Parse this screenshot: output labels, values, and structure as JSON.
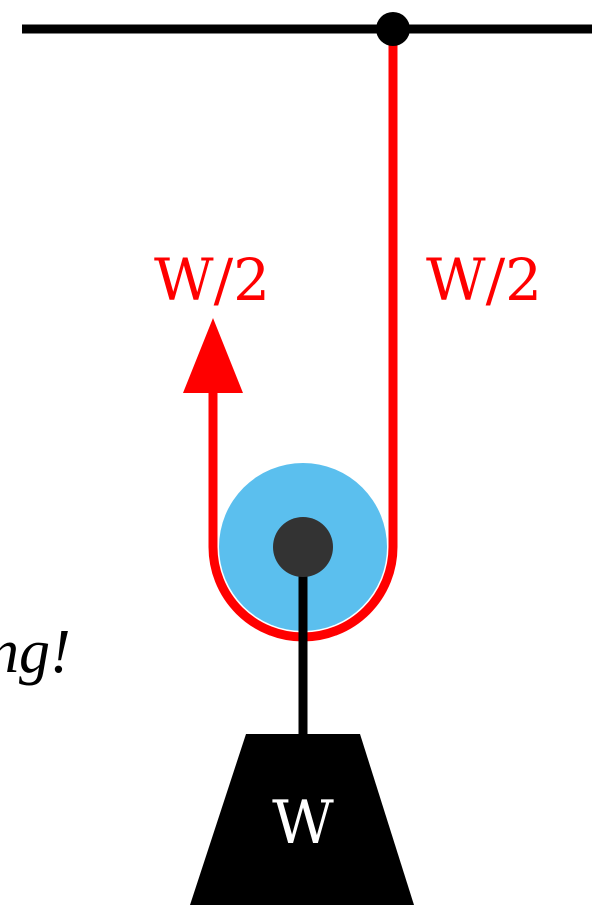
{
  "labels": {
    "left_tension": "W/2",
    "right_tension": "W/2",
    "weight": "W",
    "side_caption": "ng!"
  },
  "colors": {
    "rope": "#ff0000",
    "pulley": "#5bbfee",
    "axle": "#333333",
    "ceiling": "#000000",
    "weight": "#000000",
    "weight_label": "#ffffff"
  }
}
